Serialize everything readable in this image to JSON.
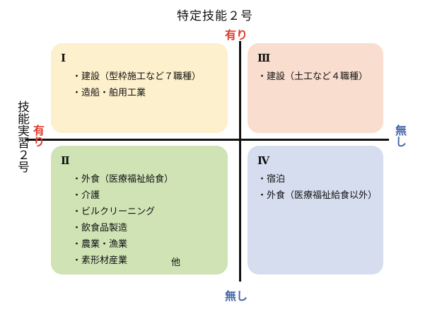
{
  "axes": {
    "top_title": "特定技能２号",
    "left_title": "技能実習２号",
    "top_end": "有り",
    "bottom_end": "無し",
    "left_end": "有り",
    "right_end": "無し",
    "colors": {
      "yes": "#e03a2b",
      "no": "#4466a8"
    }
  },
  "quadrants": {
    "q1": {
      "numeral": "Ⅰ",
      "color": "#fdf0cc",
      "items": [
        "・建設（型枠施工など７職種）",
        "・造船・舶用工業"
      ]
    },
    "q3": {
      "numeral": "Ⅲ",
      "color": "#f9ddcf",
      "items": [
        "・建設（土工など４職種）"
      ]
    },
    "q2": {
      "numeral": "Ⅱ",
      "color": "#cfe3b5",
      "items": [
        "・外食（医療福祉給食）",
        "・介護",
        "・ビルクリーニング",
        "・飲食品製造",
        "・農業・漁業",
        "・素形材産業"
      ],
      "tail": "他"
    },
    "q4": {
      "numeral": "Ⅳ",
      "color": "#d5ddef",
      "items": [
        "・宿泊",
        "・外食（医療福祉給食以外）"
      ]
    }
  }
}
